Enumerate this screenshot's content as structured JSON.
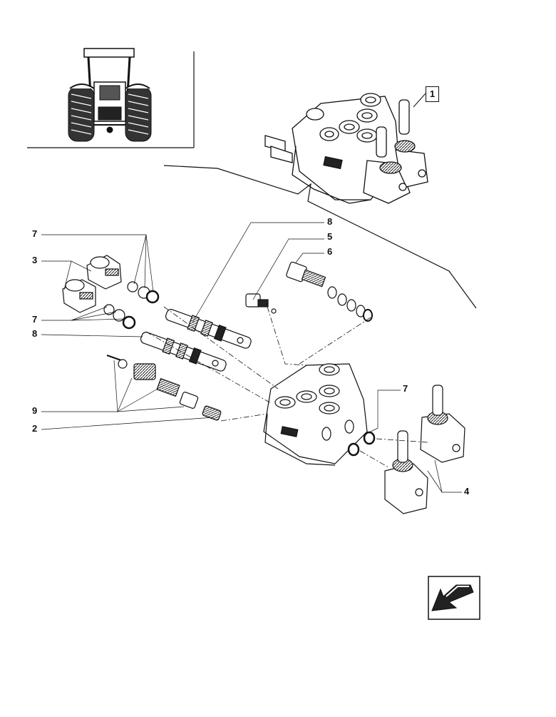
{
  "reference_box_label": "1",
  "callouts": {
    "c7_top": "7",
    "c3": "3",
    "c7_mid": "7",
    "c8_left": "8",
    "c9": "9",
    "c2": "2",
    "c8_top": "8",
    "c5": "5",
    "c6": "6",
    "c7_right": "7",
    "c4": "4"
  },
  "navigation": {
    "icon": "arrow-down-left-icon"
  },
  "colors": {
    "ink": "#111111",
    "paper": "#ffffff"
  }
}
